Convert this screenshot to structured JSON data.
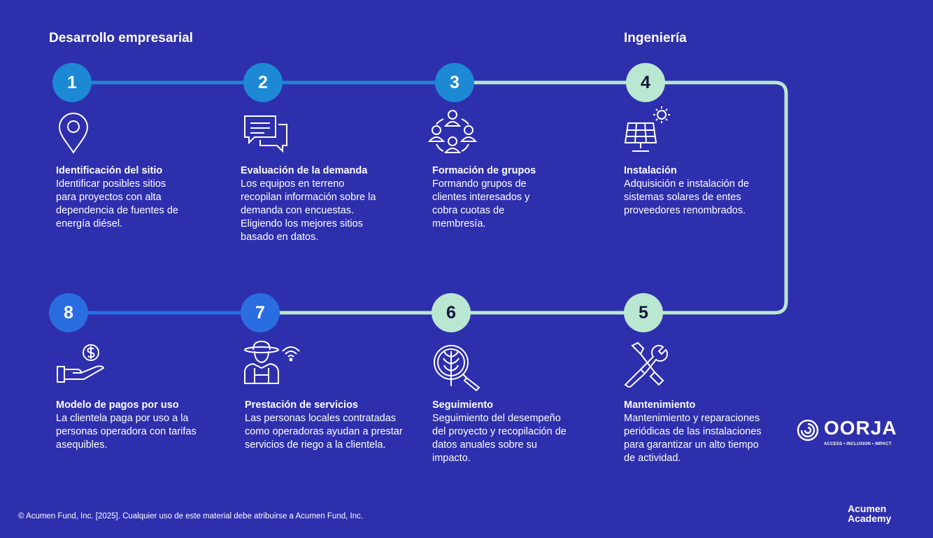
{
  "sections": {
    "left": "Desarrollo empresarial",
    "right": "Ingeniería"
  },
  "steps": [
    {
      "num": "1",
      "title": "Identificación del sitio",
      "desc": "Identificar posibles sitios para proyectos con alta dependencia de fuentes de energía diésel.",
      "icon": "location-pin-icon",
      "circle_color": "#1d88d4"
    },
    {
      "num": "2",
      "title": "Evaluación de la demanda",
      "desc": "Los equipos en terreno recopilan información sobre la demanda con encuestas. Eligiendo los mejores sitios basado en datos.",
      "icon": "chat-bubbles-icon",
      "circle_color": "#1d88d4"
    },
    {
      "num": "3",
      "title": "Formación de grupos",
      "desc": "Formando grupos de clientes interesados y cobra cuotas de membresía.",
      "icon": "group-people-icon",
      "circle_color": "#1d88d4"
    },
    {
      "num": "4",
      "title": "Instalación",
      "desc": "Adquisición e instalación de sistemas solares de entes proveedores renombrados.",
      "icon": "solar-panel-icon",
      "circle_color": "#b9e7d2"
    },
    {
      "num": "5",
      "title": "Mantenimiento",
      "desc": "Mantenimiento y reparaciones periódicas de las instalaciones para garantizar un alto tiempo de actividad.",
      "icon": "wrench-tools-icon",
      "circle_color": "#b9e7d2"
    },
    {
      "num": "6",
      "title": "Seguimiento",
      "desc": "Seguimiento del desempeño del proyecto y recopilación de datos anuales sobre su impacto.",
      "icon": "magnifier-plant-icon",
      "circle_color": "#b9e7d2"
    },
    {
      "num": "7",
      "title": "Prestación de servicios",
      "desc": "Las personas locales contratadas como operadoras ayudan a prestar servicios de riego a la clientela.",
      "icon": "farmer-wifi-icon",
      "circle_color": "#2a6de0"
    },
    {
      "num": "8",
      "title": "Modelo de pagos por uso",
      "desc": "La clientela paga por uso a la personas operadora con tarifas asequibles.",
      "icon": "hand-coin-icon",
      "circle_color": "#2a6de0"
    }
  ],
  "colors": {
    "background": "#2e2fad",
    "line_blue": "#1d88d4",
    "line_mint": "#b9e7d2",
    "line_royal": "#2a6de0"
  },
  "logo": {
    "name": "OORJA",
    "tagline": "ACCESS • INCLUSION • IMPACT",
    "icon": "oorja-swirl-icon"
  },
  "footer": {
    "copyright": "© Acumen Fund, Inc. [2025]. Cualquier uso de este material debe atribuirse a Acumen Fund, Inc.",
    "academy_line1": "Acumen",
    "academy_line2": "Academy"
  }
}
